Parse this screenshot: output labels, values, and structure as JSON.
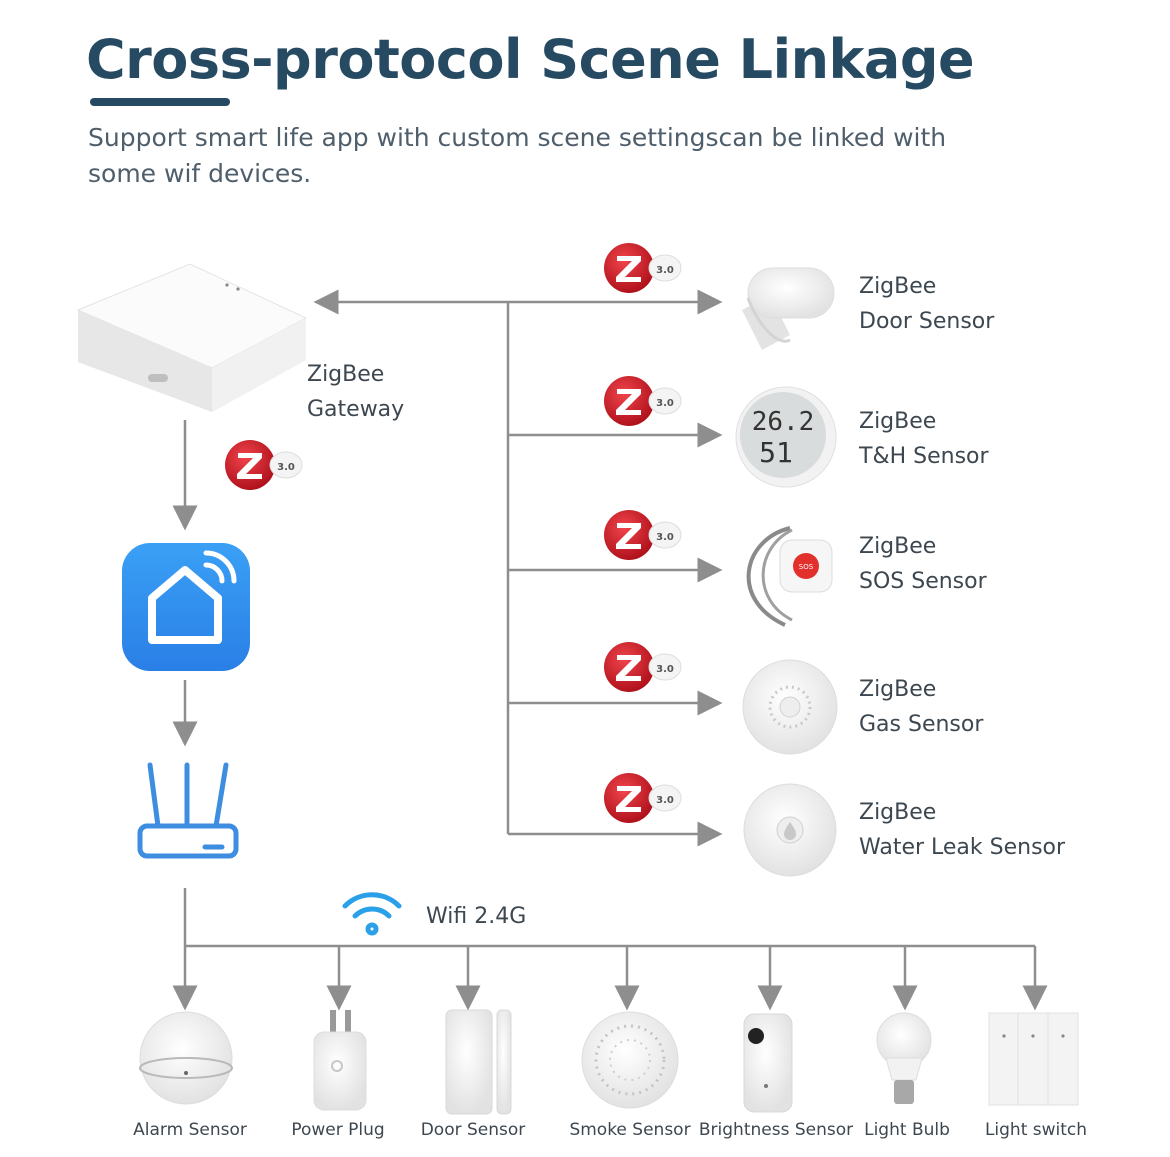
{
  "title": "Cross-protocol Scene Linkage",
  "subtitle": "Support smart life app with custom scene settingscan be linked with some wif devices.",
  "badge_version": "3.0",
  "gateway": {
    "line1": "ZigBee",
    "line2": "Gateway"
  },
  "zigbee_devices": [
    {
      "line1": "ZigBee",
      "line2": "Door Sensor"
    },
    {
      "line1": "ZigBee",
      "line2": "T&H Sensor"
    },
    {
      "line1": "ZigBee",
      "line2": "SOS Sensor"
    },
    {
      "line1": "ZigBee",
      "line2": "Gas Sensor"
    },
    {
      "line1": "ZigBee",
      "line2": "Water Leak Sensor"
    }
  ],
  "th_display": {
    "temp": "26.2",
    "hum": "51"
  },
  "sos_button_text": "SOS",
  "wifi_label": "Wifi 2.4G",
  "wifi_devices": [
    "Alarm Sensor",
    "Power Plug",
    "Door  Sensor",
    "Smoke Sensor",
    "Brightness Sensor",
    "Light Bulb",
    "Light switch"
  ],
  "colors": {
    "title": "#274a63",
    "line": "#8e8e8e",
    "zigbee_red": "#d81e2a",
    "app_blue": "#2f8ff0",
    "router_blue": "#3d8de0",
    "wifi_blue": "#2aa0e8"
  },
  "icons": [
    "zigbee-badge-icon",
    "smart-life-app-icon",
    "router-icon",
    "wifi-icon"
  ]
}
